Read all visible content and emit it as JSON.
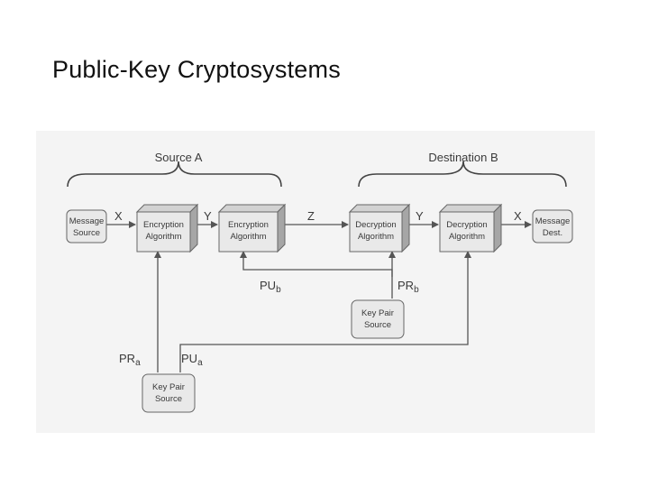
{
  "slide": {
    "title": "Public-Key Cryptosystems"
  },
  "diagram": {
    "brace_labels": {
      "source": "Source A",
      "destination": "Destination B"
    },
    "boxes": {
      "msg_src": [
        "Message",
        "Source"
      ],
      "enc1": [
        "Encryption",
        "Algorithm"
      ],
      "enc2": [
        "Encryption",
        "Algorithm"
      ],
      "dec1": [
        "Decryption",
        "Algorithm"
      ],
      "dec2": [
        "Decryption",
        "Algorithm"
      ],
      "msg_dst": [
        "Message",
        "Dest."
      ],
      "kp_b": [
        "Key Pair",
        "Source"
      ],
      "kp_a": [
        "Key Pair",
        "Source"
      ]
    },
    "flow_labels": {
      "x1": "X",
      "y1": "Y",
      "z": "Z",
      "y2": "Y",
      "x2": "X"
    },
    "key_labels": {
      "pu_b": {
        "main": "PU",
        "sub": "b"
      },
      "pr_b": {
        "main": "PR",
        "sub": "b"
      },
      "pr_a": {
        "main": "PR",
        "sub": "a"
      },
      "pu_a": {
        "main": "PU",
        "sub": "a"
      }
    },
    "colors": {
      "background": "#f4f4f4",
      "box_face": "#e9e9e9",
      "box_top": "#d2d2d2",
      "box_side": "#a6a6a6",
      "line": "#555555",
      "text": "#3a3a3a"
    }
  }
}
